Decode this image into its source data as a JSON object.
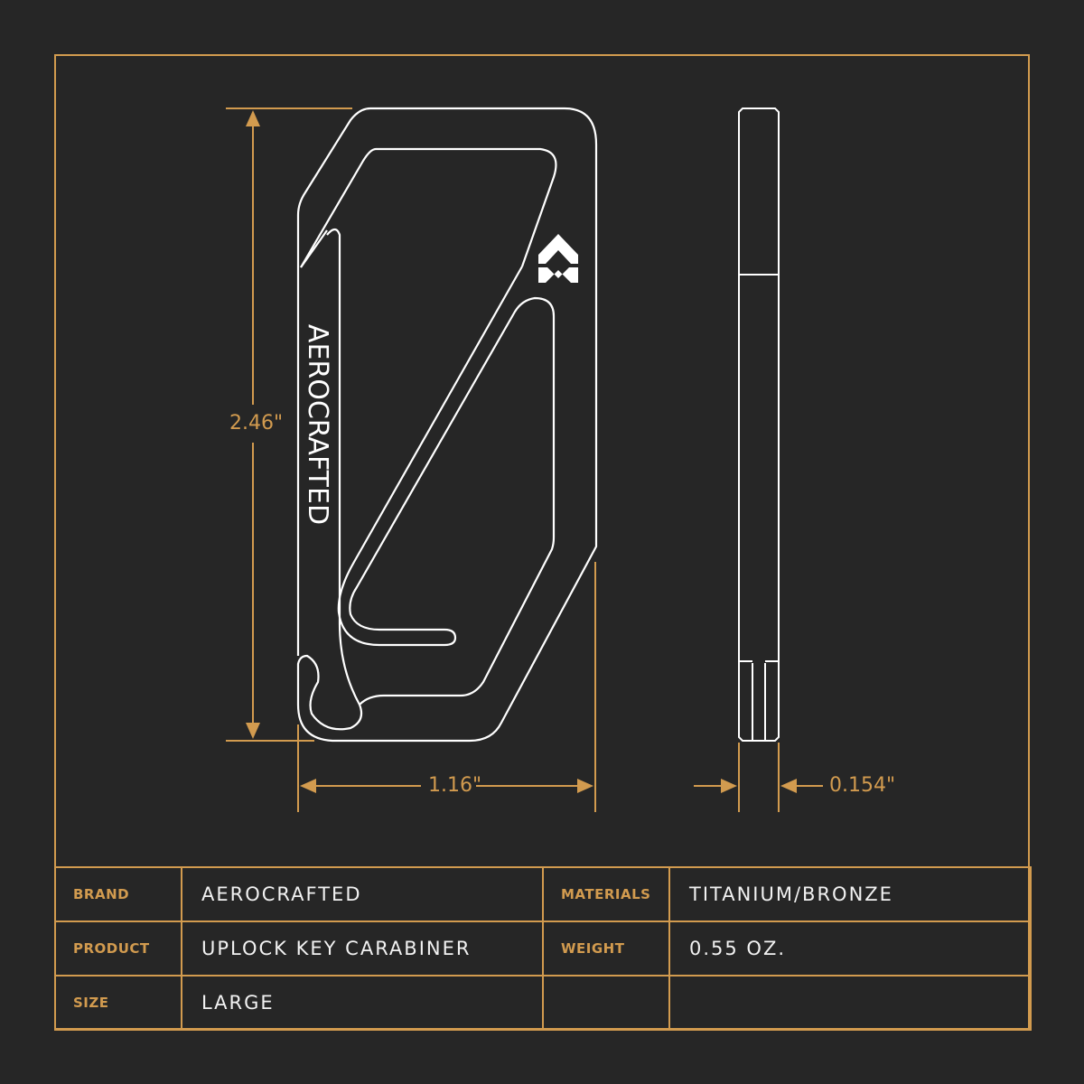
{
  "colors": {
    "background": "#262626",
    "accent": "#d29b4f",
    "line": "#ffffff"
  },
  "drawing": {
    "brand_engraving": "AEROCRAFTED",
    "logo_icon": "aerocrafted-chevron-logo",
    "dimensions": {
      "height": "2.46\"",
      "width": "1.16\"",
      "thickness": "0.154\""
    }
  },
  "specs": {
    "rows": [
      {
        "label1": "BRAND",
        "value1": "AEROCRAFTED",
        "label2": "MATERIALS",
        "value2": "TITANIUM/BRONZE"
      },
      {
        "label1": "PRODUCT",
        "value1": "UPLOCK KEY CARABINER",
        "label2": "WEIGHT",
        "value2": "0.55 OZ."
      },
      {
        "label1": "SIZE",
        "value1": "LARGE",
        "label2": "",
        "value2": ""
      }
    ]
  }
}
